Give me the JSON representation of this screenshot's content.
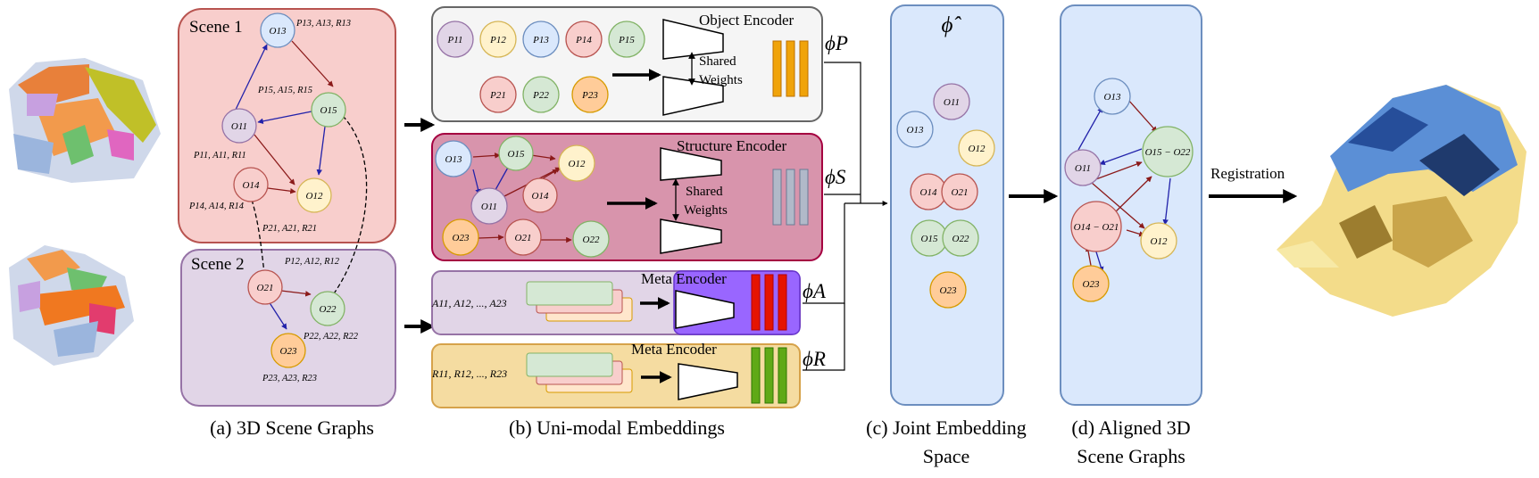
{
  "panels": {
    "scene_graphs": {
      "caption": "(a) 3D Scene Graphs",
      "scene1_title": "Scene 1",
      "scene2_title": "Scene 2",
      "scene1_nodes": [
        "O13",
        "O15",
        "O11",
        "O14",
        "O12"
      ],
      "scene2_nodes": [
        "O21",
        "O22",
        "O23"
      ],
      "scene1_edge_labels": [
        "P13, A13, R13",
        "P15, A15, R15",
        "P11, A11, R11",
        "P14, A14, R14",
        "P21, A21, R21"
      ],
      "scene2_edge_labels": [
        "P12, A12, R12",
        "P22, A22, R22",
        "P23, A23, R23"
      ]
    },
    "unimodal": {
      "caption": "(b) Uni-modal Embeddings",
      "object_encoder": {
        "title": "Object Encoder",
        "shared_weights": [
          "Shared",
          "Weights"
        ],
        "nodes_row1": [
          "P11",
          "P12",
          "P13",
          "P14",
          "P15"
        ],
        "nodes_row2": [
          "P21",
          "P22",
          "P23"
        ],
        "output": "ϕP"
      },
      "structure_encoder": {
        "title": "Structure Encoder",
        "shared_weights": [
          "Shared",
          "Weights"
        ],
        "nodes": [
          "O13",
          "O15",
          "O12",
          "O11",
          "O14",
          "O23",
          "O21",
          "O22"
        ],
        "output": "ϕS"
      },
      "meta_encoder_a": {
        "title": "Meta Encoder",
        "input": "A11, A12, ..., A23",
        "output": "ϕA"
      },
      "meta_encoder_r": {
        "title": "Meta Encoder",
        "input": "R11, R12, ..., R23",
        "output": "ϕR"
      }
    },
    "joint": {
      "caption_line1": "(c) Joint Embedding",
      "caption_line2": "Space",
      "title": "ϕ̂",
      "nodes": [
        "O11",
        "O13",
        "O12",
        "O14",
        "O21",
        "O15",
        "O22",
        "O23"
      ]
    },
    "aligned": {
      "caption_line1": "(d) Aligned 3D",
      "caption_line2": "Scene Graphs",
      "nodes": [
        "O13",
        "O15 − O22",
        "O11",
        "O14 − O21",
        "O12",
        "O23"
      ]
    },
    "registration_label": "Registration"
  },
  "colors": {
    "scene1_bg": "#f8cecc",
    "scene1_border": "#b85450",
    "scene2_bg": "#e1d5e7",
    "scene2_border": "#9673a6",
    "object_bg": "#f5f5f5",
    "structure_bg": "#d894ac",
    "structure_border": "#a50040",
    "meta_a_bg": "#9966ff",
    "meta_r_bg": "#f5dca1",
    "panel_blue": "#dae8fc",
    "panel_blue_border": "#6c8ebf",
    "node_blue": "#dae8fc",
    "node_yellow": "#fff2cc",
    "node_red": "#f8cecc",
    "node_green": "#d5e8d4",
    "node_purple": "#e1d5e7",
    "node_orange": "#ffcc99",
    "bar_orange": "#f0a30a",
    "bar_gray": "#b1b9c9",
    "bar_red": "#e51400",
    "bar_green": "#60a917"
  }
}
